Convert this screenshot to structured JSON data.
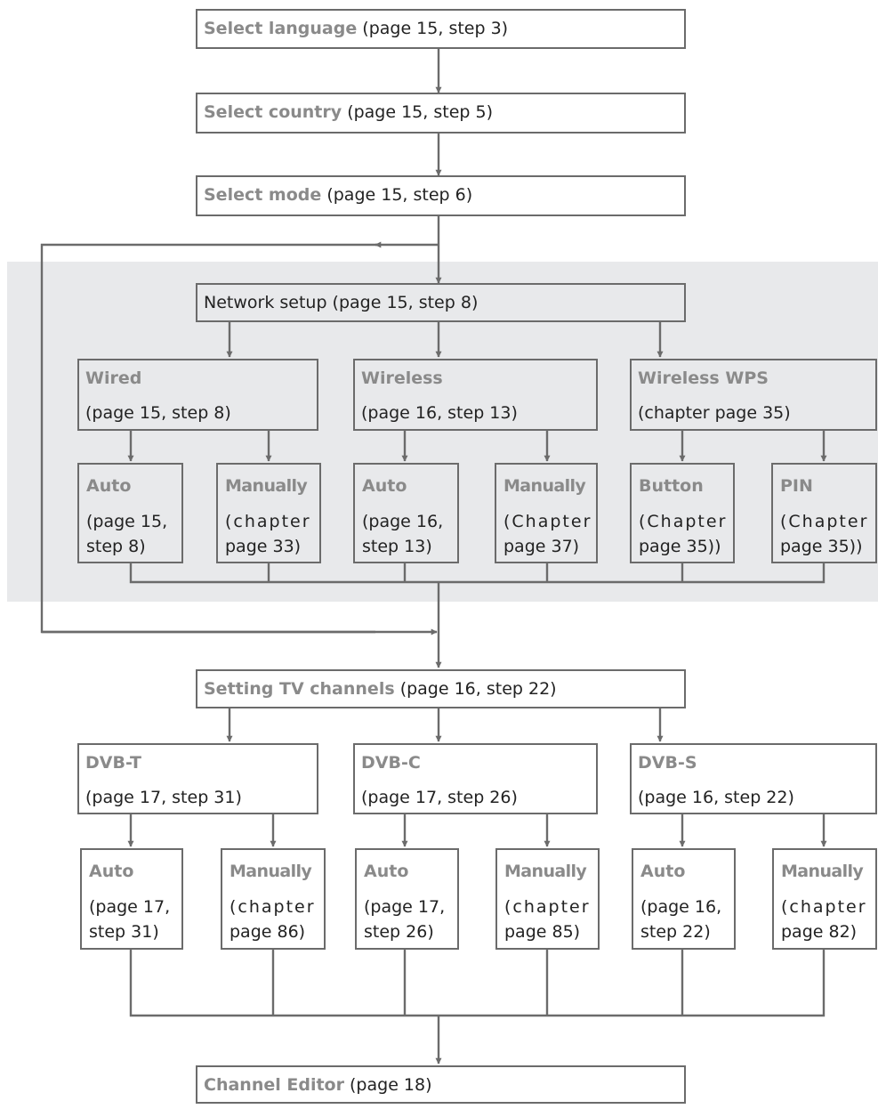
{
  "step_language": {
    "title": "Select language",
    "ref": "(page 15, step 3)"
  },
  "step_country": {
    "title": "Select country",
    "ref": "(page 15, step 5)"
  },
  "step_mode": {
    "title": "Select mode",
    "ref": "(page 15, step 6)"
  },
  "network": {
    "setup": "Network setup (page 15, step 8)",
    "wired": {
      "title": "Wired",
      "ref": "(page 15, step 8)",
      "auto": {
        "title": "Auto",
        "ref1": "(page 15,",
        "ref2": "step 8)"
      },
      "manual": {
        "title": "Manually",
        "ref1": "(chapter",
        "ref2": "page 33)"
      }
    },
    "wireless": {
      "title": "Wireless",
      "ref": "(page 16, step 13)",
      "auto": {
        "title": "Auto",
        "ref1": "(page 16,",
        "ref2": "step 13)"
      },
      "manual": {
        "title": "Manually",
        "ref1": "(Chapter",
        "ref2": "page 37)"
      }
    },
    "wps": {
      "title": "Wireless WPS",
      "ref": "(chapter page 35)",
      "button": {
        "title": "Button",
        "ref1": "(Chapter",
        "ref2": "page 35))"
      },
      "pin": {
        "title": "PIN",
        "ref1": "(Chapter",
        "ref2": "page 35))"
      }
    }
  },
  "channels": {
    "title": "Setting TV channels",
    "ref": "(page 16, step 22)",
    "dvbt": {
      "title": "DVB-T",
      "ref": "(page 17, step 31)",
      "auto": {
        "title": "Auto",
        "ref1": "(page 17,",
        "ref2": "step 31)"
      },
      "manual": {
        "title": "Manually",
        "ref1": "(chapter",
        "ref2": "page 86)"
      }
    },
    "dvbc": {
      "title": "DVB-C",
      "ref": "(page 17, step 26)",
      "auto": {
        "title": "Auto",
        "ref1": "(page 17,",
        "ref2": "step 26)"
      },
      "manual": {
        "title": "Manually",
        "ref1": "(chapter",
        "ref2": "page 85)"
      }
    },
    "dvbs": {
      "title": "DVB-S",
      "ref": "(page 16, step 22)",
      "auto": {
        "title": "Auto",
        "ref1": "(page 16,",
        "ref2": "step 22)"
      },
      "manual": {
        "title": "Manually",
        "ref1": "(chapter",
        "ref2": "page 82)"
      }
    }
  },
  "editor": {
    "title": "Channel Editor",
    "ref": "(page 18)"
  },
  "colors": {
    "line": "#6b6b6b",
    "title_gray": "#8a8a8a",
    "panel": "#e8e9eb"
  }
}
